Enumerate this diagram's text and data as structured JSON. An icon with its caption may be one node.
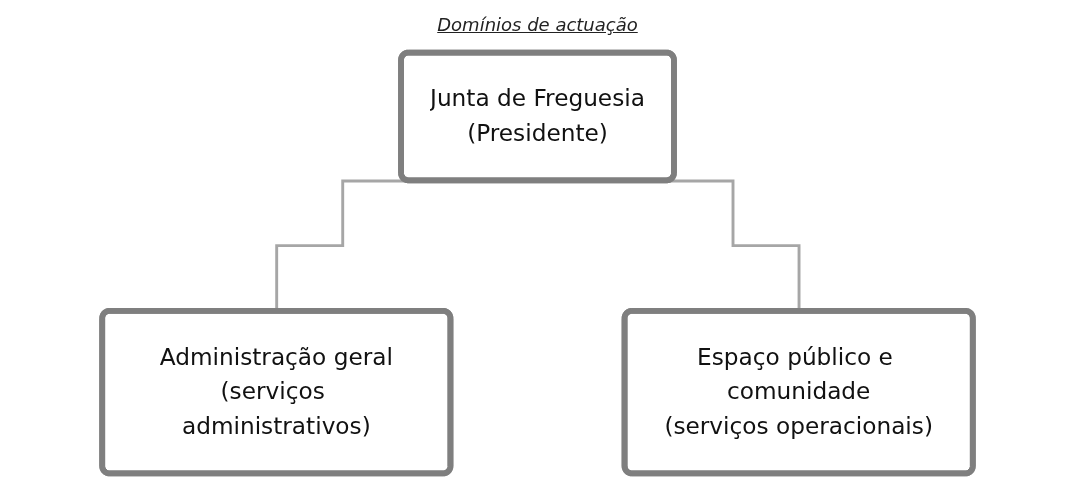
{
  "diagram": {
    "nodes": [
      {
        "text": [
          "Junta de Freguesia",
          "(Presidente)"
        ]
      },
      {
        "text": [
          "Administração geral",
          "(serviços administrativos)"
        ]
      },
      {
        "text": [
          "Espaço público e comunidade",
          "(serviços operacionais)"
        ]
      }
    ],
    "edges": [
      {
        "from": 0,
        "to": 1,
        "arrow": "none"
      },
      {
        "from": 0,
        "to": 2,
        "arrow": "none"
      }
    ],
    "labels": [
      "Domínios de actuação"
    ]
  }
}
